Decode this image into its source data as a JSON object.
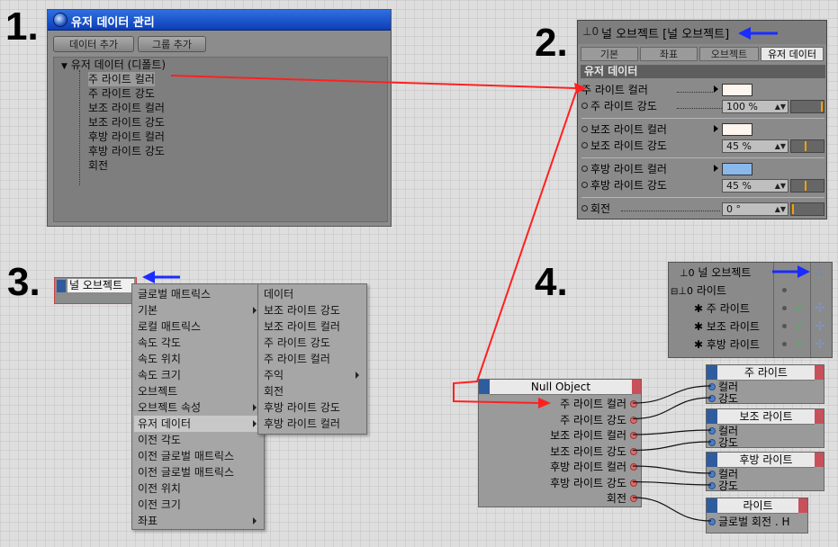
{
  "steps": [
    "1.",
    "2.",
    "3.",
    "4."
  ],
  "panel1": {
    "title": "유저 데이터 관리",
    "buttons": [
      "데이터 추가",
      "그룹 추가"
    ],
    "tree_root": "유저 데이터 (디폴트)",
    "tree_items": [
      "주 라이트 컬러",
      "주 라이트 강도",
      "보조 라이트 컬러",
      "보조 라이트 강도",
      "후방 라이트 컬러",
      "후방 라이트 강도",
      "회전"
    ]
  },
  "panel2": {
    "title": "널 오브젝트 [널 오브젝트]",
    "tabs": [
      "기본",
      "좌표",
      "오브젝트",
      "유저 데이터"
    ],
    "active_tab": "유저 데이터",
    "section": "유저 데이터",
    "props": [
      {
        "label": "주 라이트 컬러",
        "type": "color",
        "color": "#fff5ef"
      },
      {
        "label": "주 라이트 강도",
        "type": "percent",
        "value": "100 %",
        "fraction": 1.0
      },
      {
        "label": "보조 라이트 컬러",
        "type": "color",
        "color": "#fff5ef"
      },
      {
        "label": "보조 라이트 강도",
        "type": "percent",
        "value": "45 %",
        "fraction": 0.45
      },
      {
        "label": "후방 라이트 컬러",
        "type": "color",
        "color": "#8ab8ea"
      },
      {
        "label": "후방 라이트 강도",
        "type": "percent",
        "value": "45 %",
        "fraction": 0.45
      },
      {
        "label": "회전",
        "type": "angle",
        "value": "0 °",
        "fraction": 0.0
      }
    ]
  },
  "panel3": {
    "tag_label": "널 오브젝트",
    "menu1": [
      "글로벌 매트릭스",
      "기본",
      "로컬 매트릭스",
      "속도 각도",
      "속도 위치",
      "속도 크기",
      "오브젝트",
      "오브젝트 속성",
      "유저 데이터",
      "이전 각도",
      "이전 글로벌 매트릭스",
      "이전 글로벌 매트릭스",
      "이전 위치",
      "이전 크기",
      "좌표"
    ],
    "menu1_highlight": "유저 데이터",
    "menu2": [
      "데이터",
      "보조 라이트 강도",
      "보조 라이트 컬러",
      "주 라이트 강도",
      "주 라이트 컬러",
      "주익",
      "회전",
      "후방 라이트 강도",
      "후방 라이트 컬러"
    ]
  },
  "panel4": {
    "om_rows": [
      "널 오브젝트",
      "라이트",
      "주 라이트",
      "보조 라이트",
      "후방 라이트"
    ],
    "null_node": {
      "title": "Null Object",
      "ports": [
        "주 라이트 컬러",
        "주 라이트 강도",
        "보조 라이트 컬러",
        "보조 라이트 강도",
        "후방 라이트 컬러",
        "후방 라이트 강도",
        "회전"
      ]
    },
    "light_nodes": [
      {
        "title": "주 라이트",
        "ports": [
          "컬러",
          "강도"
        ]
      },
      {
        "title": "보조 라이트",
        "ports": [
          "컬러",
          "강도"
        ]
      },
      {
        "title": "후방 라이트",
        "ports": [
          "컬러",
          "강도"
        ]
      }
    ],
    "rot_node": {
      "title": "라이트",
      "port": "글로벌 회전 . H"
    }
  },
  "colors": {
    "annotation_red": "#ff2020",
    "annotation_blue": "#1a2cff",
    "titlebar_blue": "#1b4fcc"
  },
  "icons": [
    "app-globe-icon",
    "null-object-icon",
    "light-icon",
    "xpresso-tag-icon",
    "check-icon",
    "arrow-icon"
  ]
}
